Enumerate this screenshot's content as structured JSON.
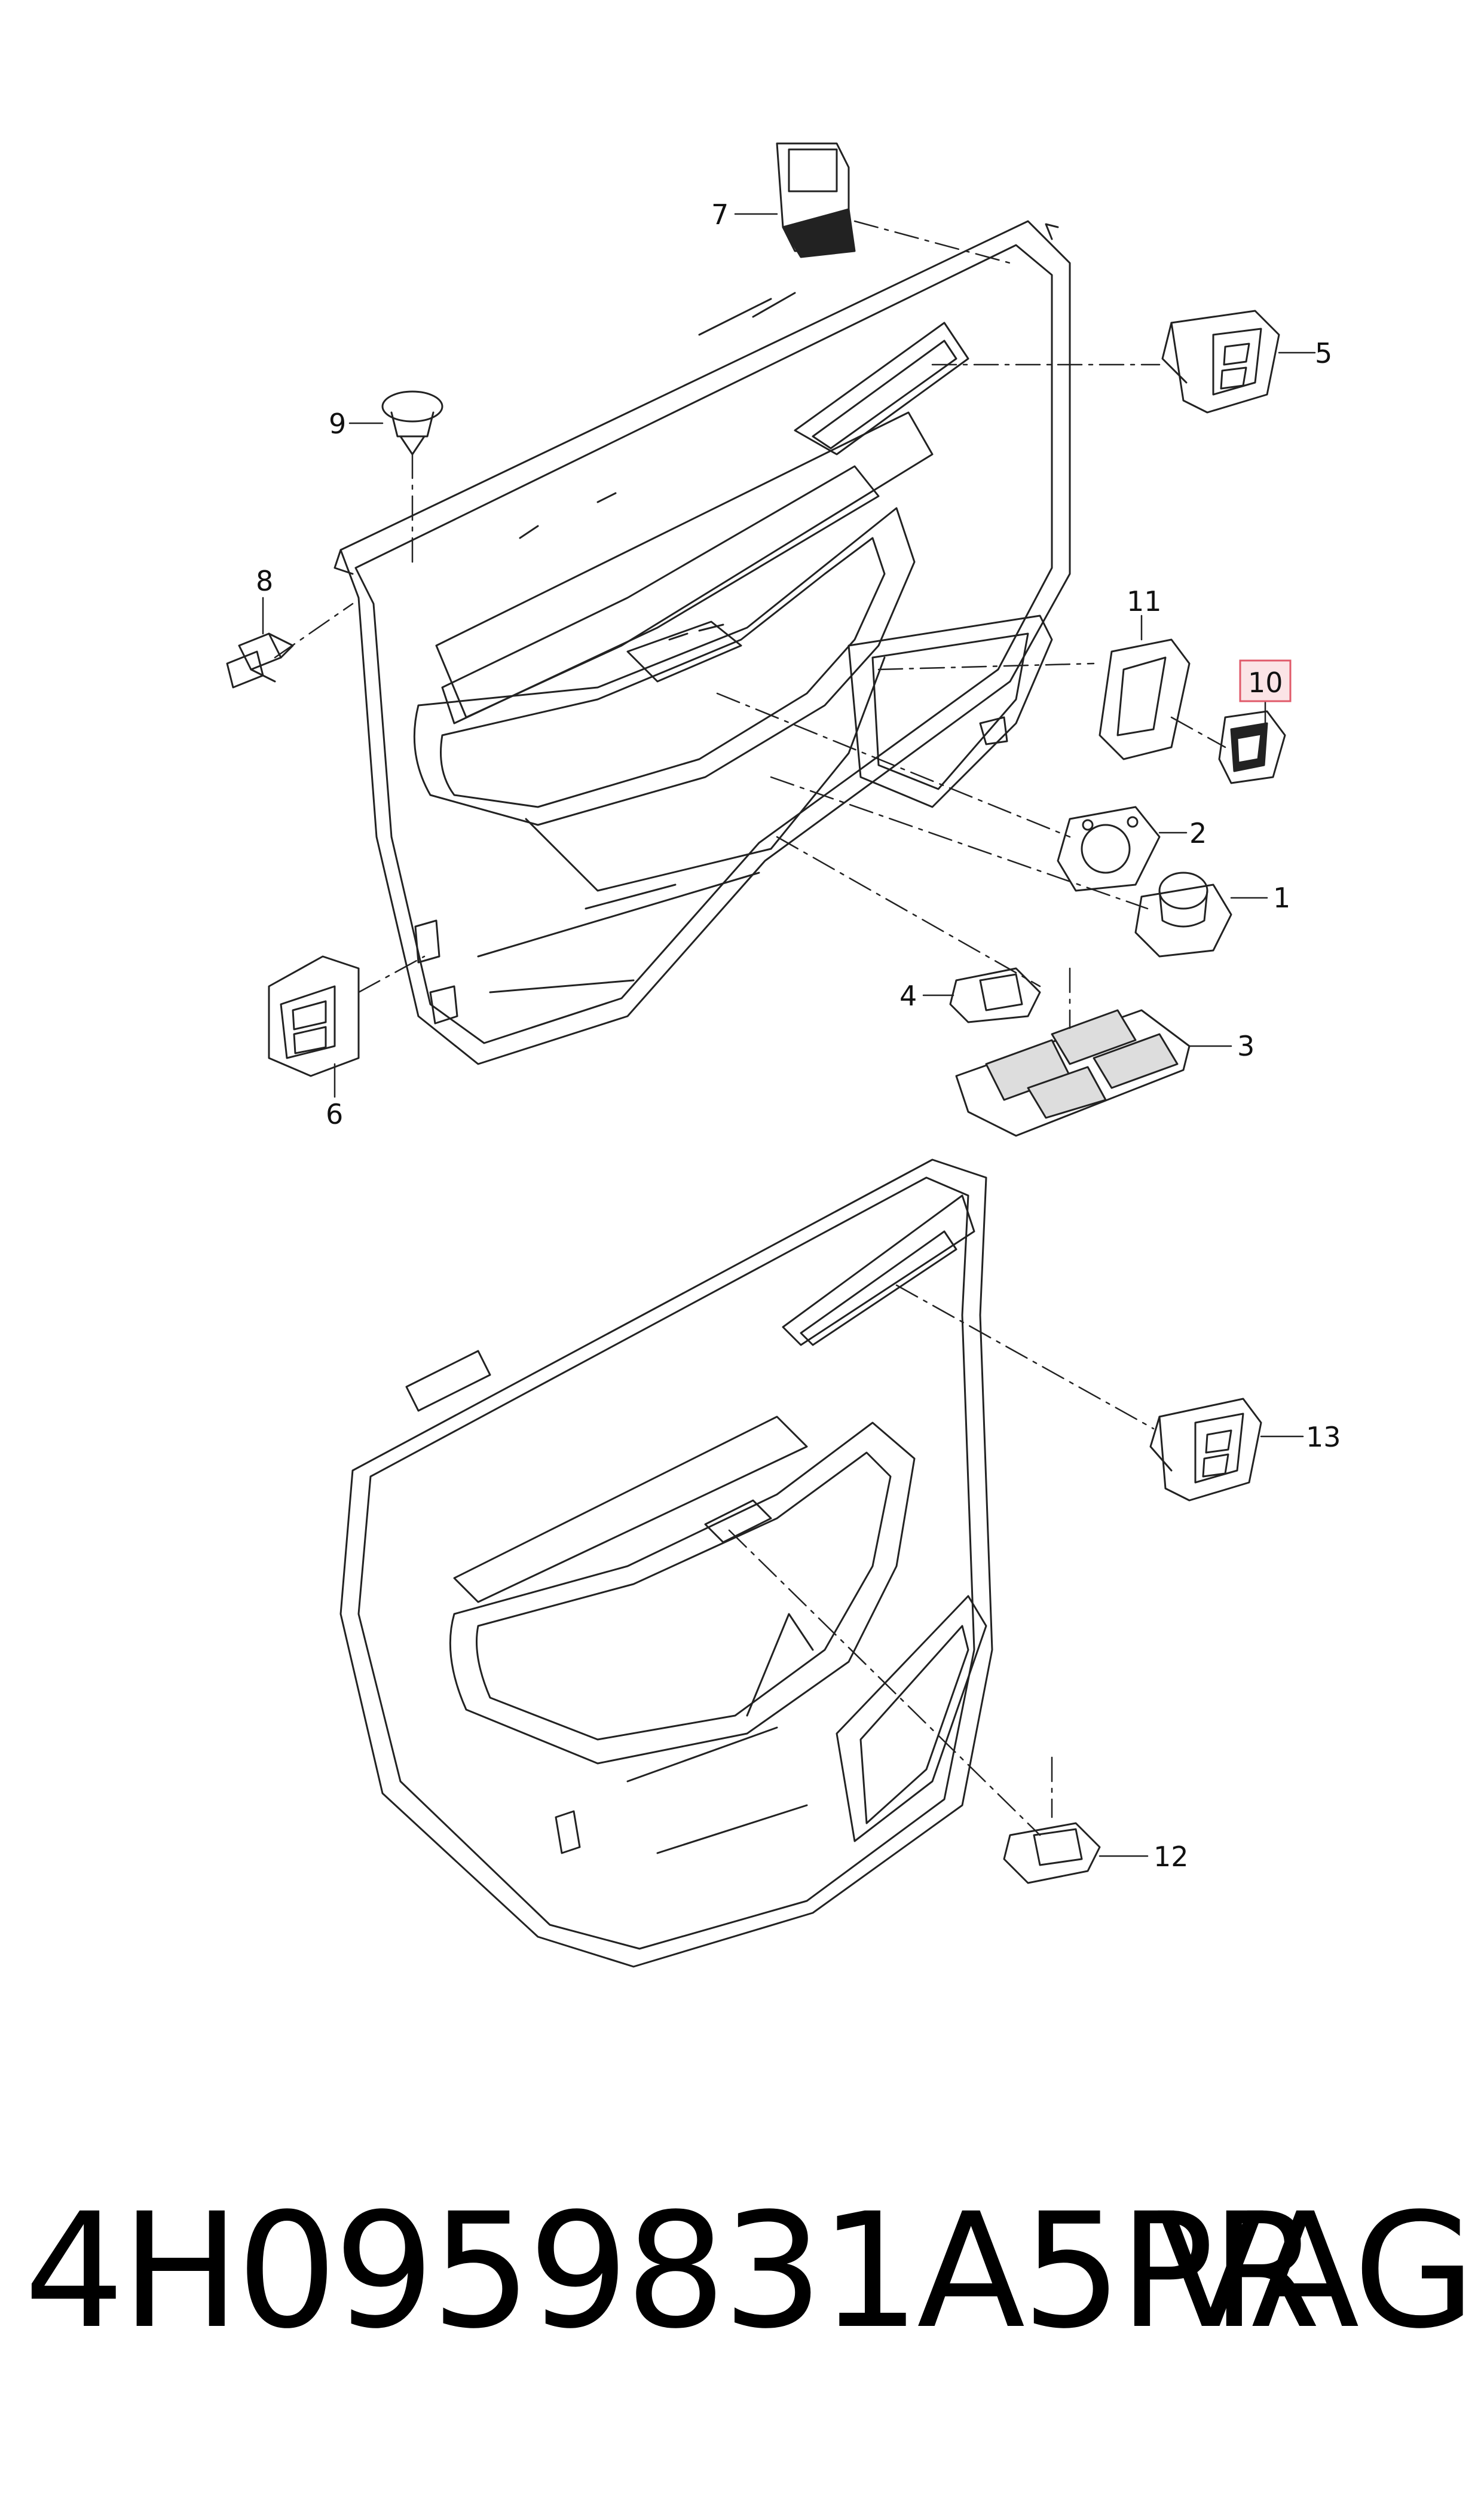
{
  "diagram": {
    "callouts": [
      "1",
      "2",
      "3",
      "4",
      "5",
      "6",
      "7",
      "8",
      "9",
      "10",
      "11",
      "12",
      "13"
    ],
    "highlighted_callout": "10",
    "highlight_color": "#e05a6a",
    "line_color": "#222222"
  },
  "caption": {
    "part_number": "4H0959831A5PR",
    "brand": "VAG"
  }
}
